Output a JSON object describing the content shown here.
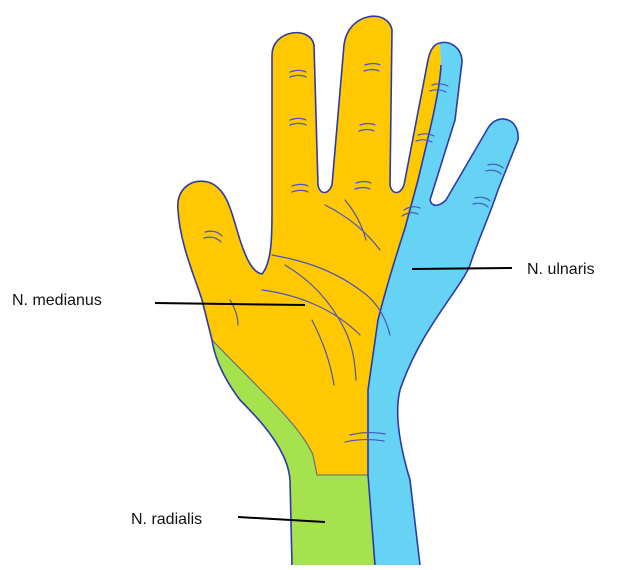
{
  "labels": {
    "medianus": "N. medianus",
    "ulnaris": "N. ulnaris",
    "radialis": "N. radialis"
  },
  "regions": [
    {
      "name": "medianus",
      "color": "#ffc800"
    },
    {
      "name": "ulnaris",
      "color": "#66d3f5"
    },
    {
      "name": "radialis",
      "color": "#a6e24d"
    }
  ],
  "colors": {
    "outline": "#2c3aa8",
    "leader": "#000000",
    "background": "#ffffff"
  }
}
